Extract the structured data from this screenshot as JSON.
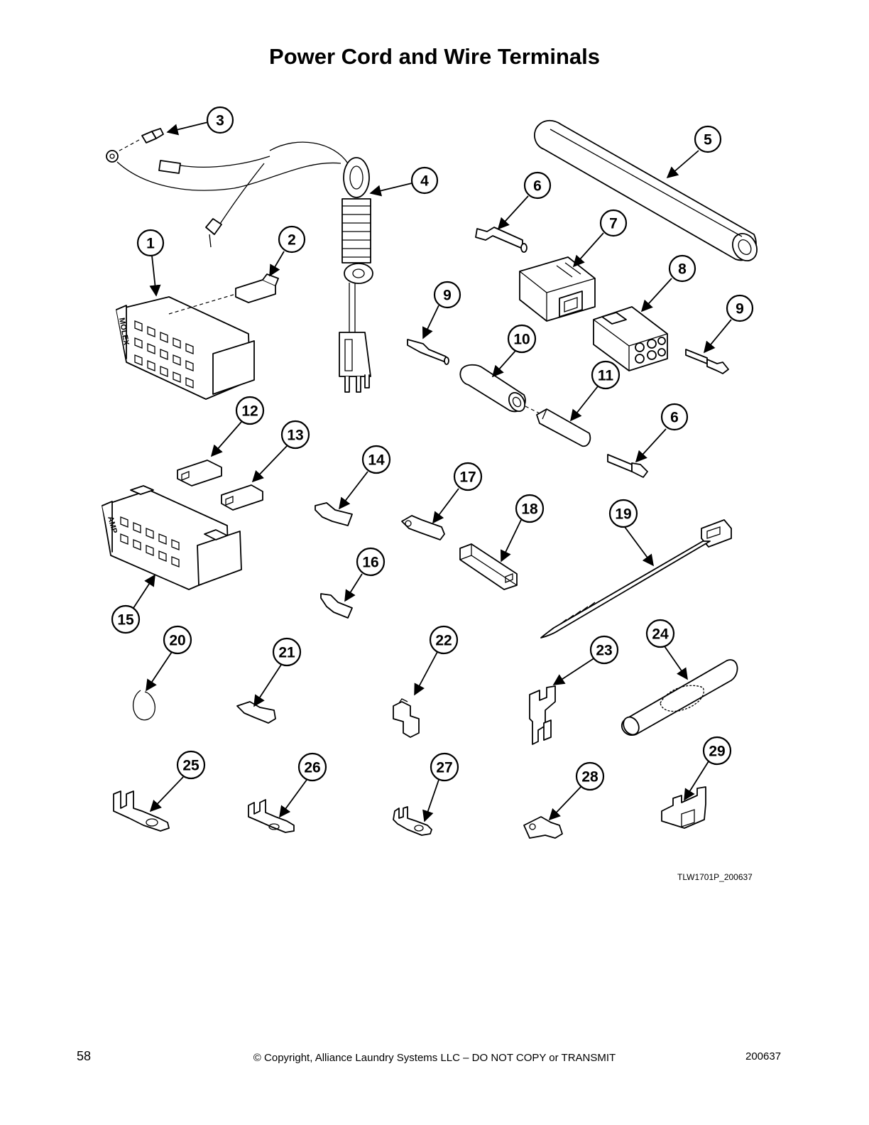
{
  "title": "Power Cord and Wire Terminals",
  "drawing_code": "TLW1701P_200637",
  "footer": {
    "page_number": "58",
    "copyright": "© Copyright, Alliance Laundry Systems LLC – DO NOT COPY or TRANSMIT",
    "document_number": "200637"
  },
  "connector_markings": {
    "molex": "MOLEX",
    "amp": "AMP"
  },
  "callouts": [
    "1",
    "2",
    "3",
    "4",
    "5",
    "6",
    "7",
    "8",
    "9",
    "10",
    "11",
    "6",
    "12",
    "13",
    "14",
    "9",
    "15",
    "16",
    "17",
    "18",
    "19",
    "20",
    "21",
    "22",
    "23",
    "24",
    "25",
    "26",
    "27",
    "28",
    "29"
  ]
}
